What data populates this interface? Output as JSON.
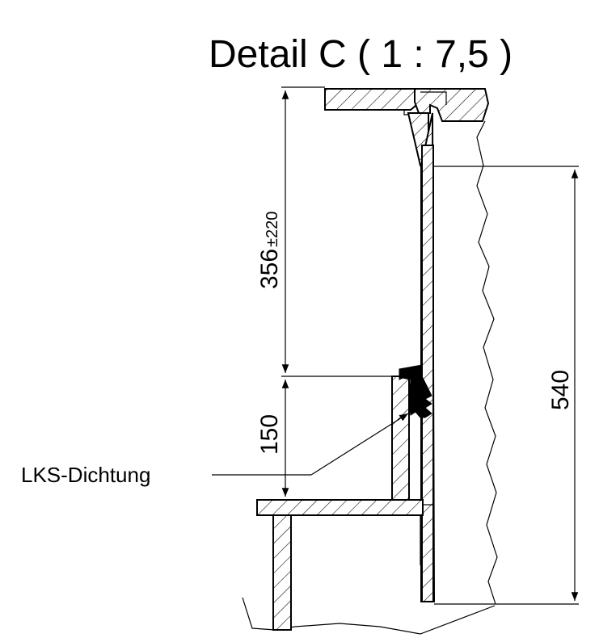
{
  "title": "Detail C ( 1 : 7,5 )",
  "dimensions": {
    "upper_value": "356",
    "upper_tolerance": "±220",
    "lower_value": "150",
    "right_value": "540"
  },
  "callout": {
    "label": "LKS-Dichtung"
  },
  "colors": {
    "ink": "#000000",
    "background": "#ffffff"
  }
}
